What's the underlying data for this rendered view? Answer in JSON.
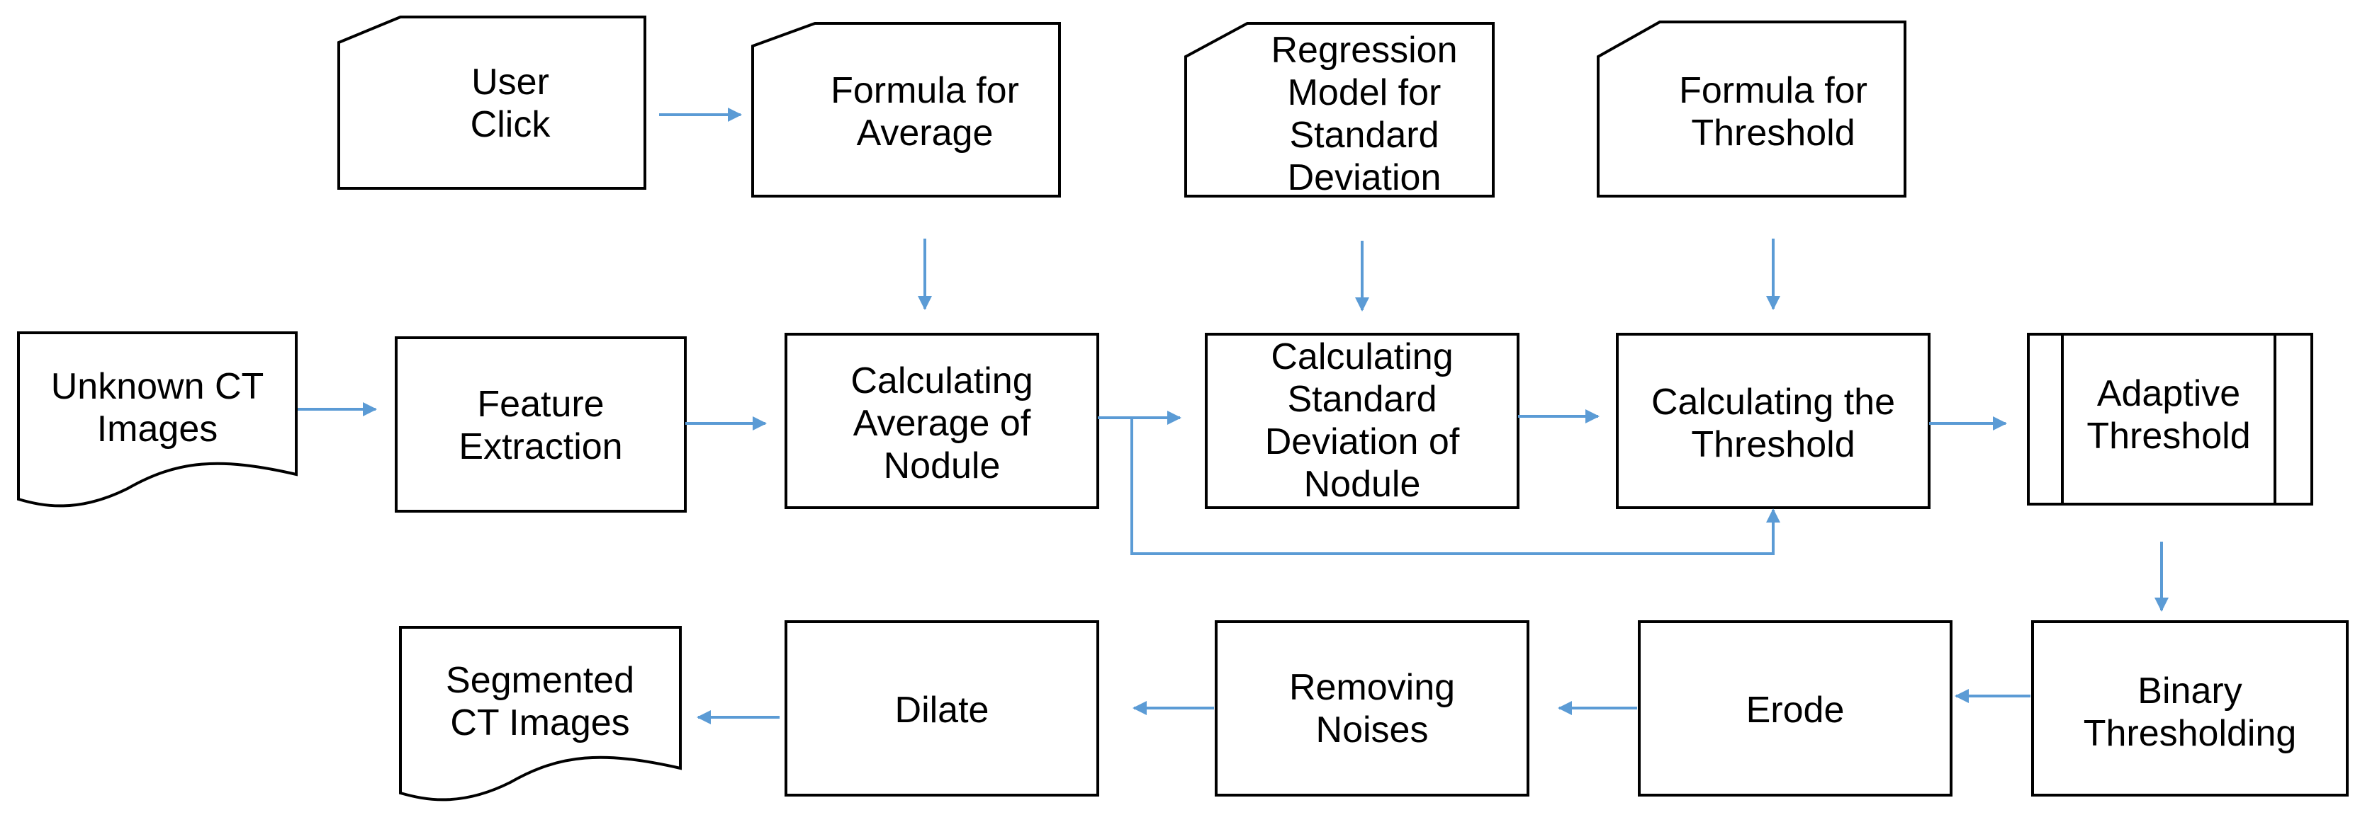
{
  "colors": {
    "arrow": "#5b9bd5",
    "stroke": "#000000",
    "fill": "#ffffff"
  },
  "nodes": {
    "user_click": {
      "lines": [
        "User",
        "Click"
      ]
    },
    "formula_average": {
      "lines": [
        "Formula for",
        "Average"
      ]
    },
    "regression_model": {
      "lines": [
        "Regression",
        "Model for",
        "Standard",
        "Deviation"
      ]
    },
    "formula_threshold": {
      "lines": [
        "Formula for",
        "Threshold"
      ]
    },
    "unknown_ct": {
      "lines": [
        "Unknown CT",
        "Images"
      ]
    },
    "feature_extraction": {
      "lines": [
        "Feature",
        "Extraction"
      ]
    },
    "calc_average": {
      "lines": [
        "Calculating",
        "Average of",
        "Nodule"
      ]
    },
    "calc_std": {
      "lines": [
        "Calculating",
        "Standard",
        "Deviation of",
        "Nodule"
      ]
    },
    "calc_threshold": {
      "lines": [
        "Calculating the",
        "Threshold"
      ]
    },
    "adaptive_threshold": {
      "lines": [
        "Adaptive",
        "Threshold"
      ]
    },
    "binary_thresholding": {
      "lines": [
        "Binary",
        "Thresholding"
      ]
    },
    "erode": {
      "lines": [
        "Erode"
      ]
    },
    "removing_noises": {
      "lines": [
        "Removing",
        "Noises"
      ]
    },
    "dilate": {
      "lines": [
        "Dilate"
      ]
    },
    "segmented_ct": {
      "lines": [
        "Segmented",
        "CT Images"
      ]
    }
  }
}
